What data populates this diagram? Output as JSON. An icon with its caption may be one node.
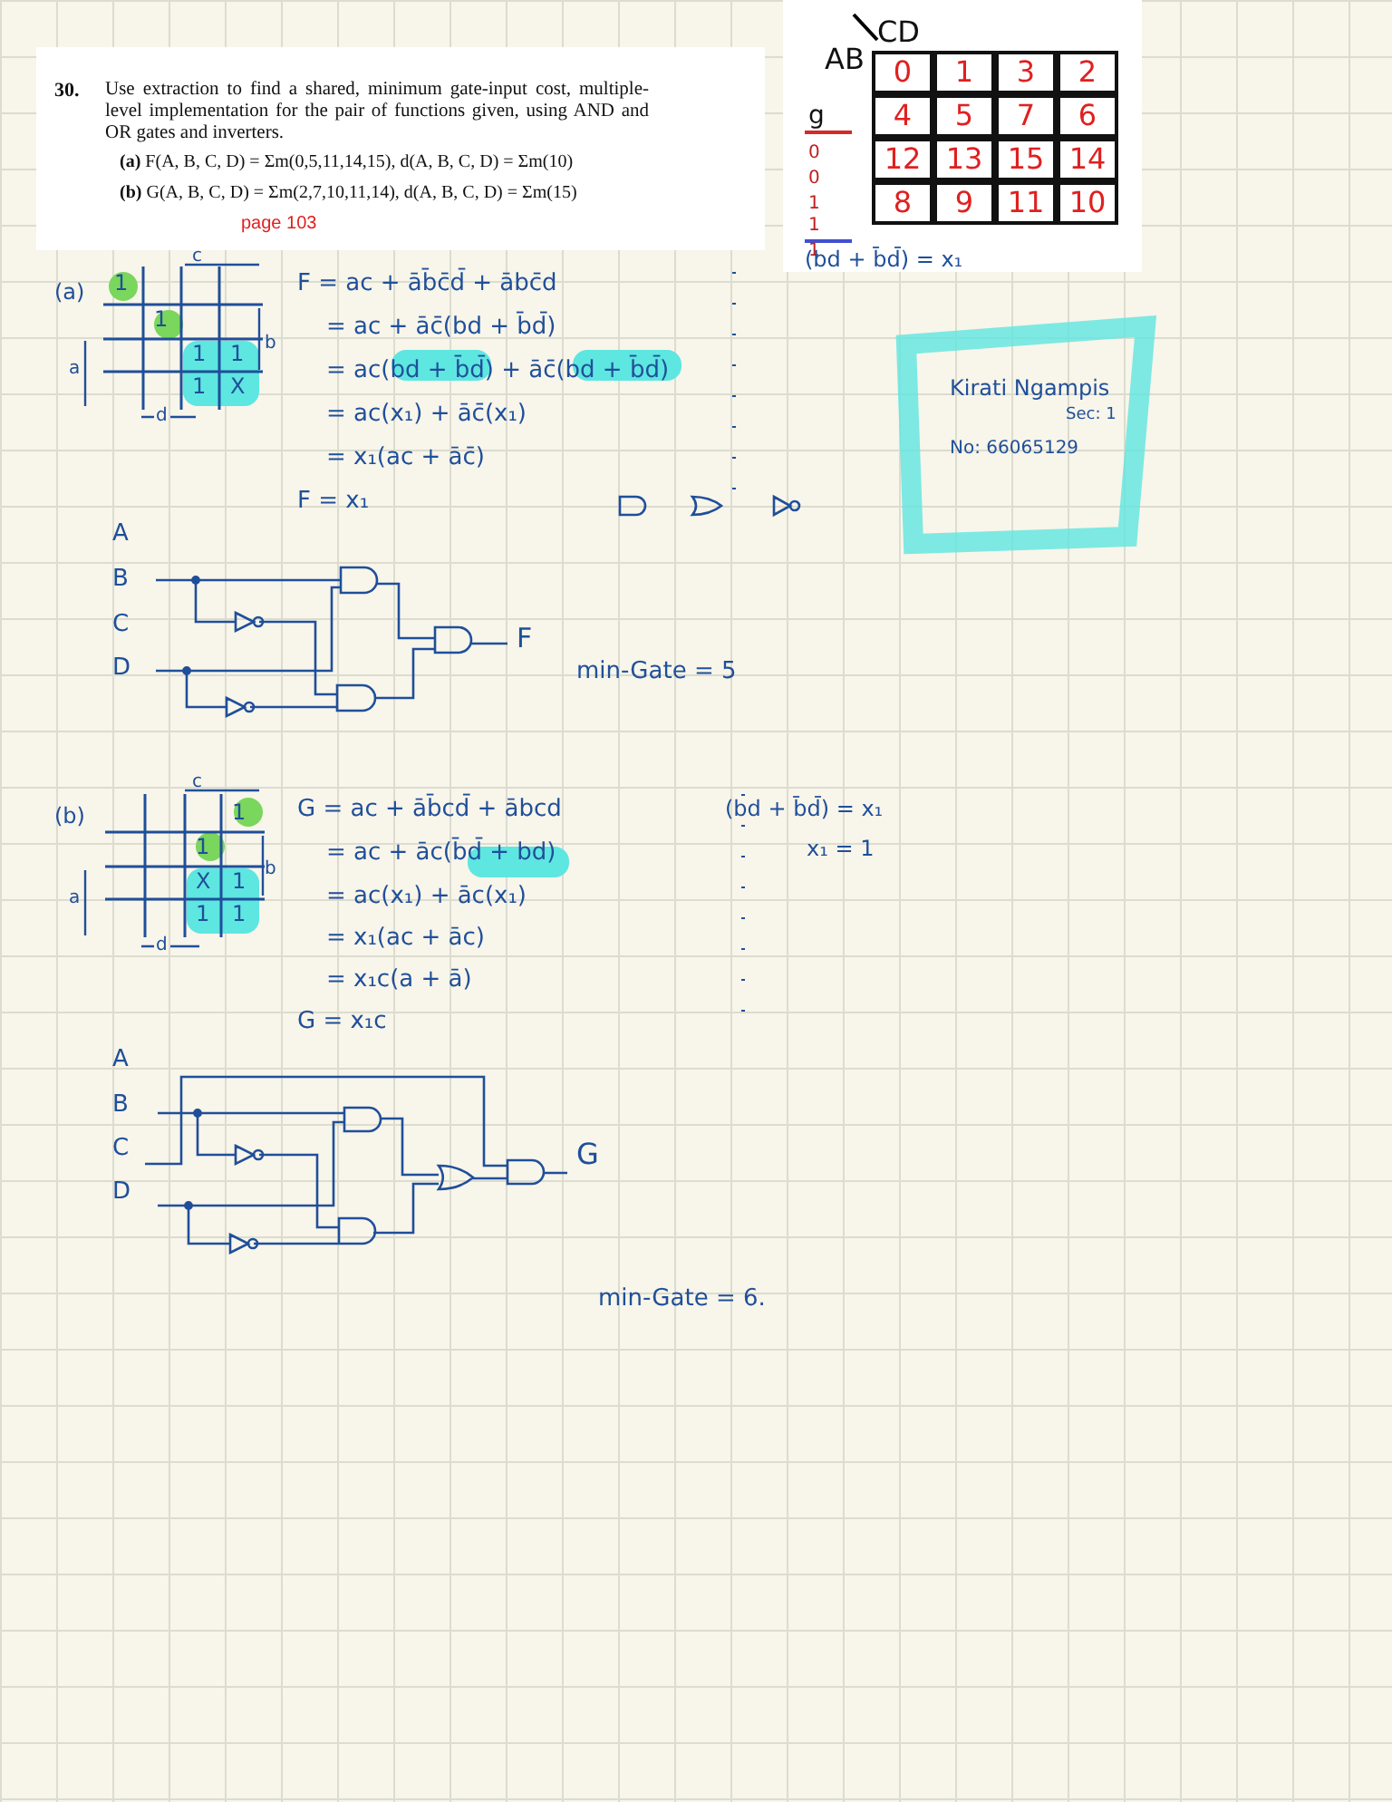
{
  "diagram": {
    "labels": [
      "30.",
      "Use extraction to find a shared, minimum gate-input cost, multiple-level implementation for the pair of functions given, using AND and OR gates and inverters.",
      "**(a)** F(A, B, C, D) = Σm(0,5,11,14,15), d(A, B, C, D) = Σm(10)",
      "**(b)** G(A, B, C, D) = Σm(2,7,10,11,14), d(A, B, C, D) = Σm(15)",
      "page 103",
      "AB",
      "CD",
      "0",
      "1",
      "3",
      "2",
      "4",
      "5",
      "7",
      "6",
      "12",
      "13",
      "15",
      "14",
      "8",
      "9",
      "11",
      "10",
      "g",
      "0",
      "0",
      "1",
      "1",
      "1",
      "(bd + b̄d̄) = x₁",
      "(a)",
      "c",
      "b",
      "a",
      "d",
      "1",
      "1",
      "1",
      "1",
      "1",
      "X",
      "F = ac + āb̄c̄d̄ + ābc̄d",
      "= ac + āc̄(bd + b̄d̄)",
      "= ac(bd + b̄d̄) + āc̄(bd + b̄d̄)",
      "= ac(x₁) + āc̄(x₁)",
      "= x₁(ac + āc̄)",
      "F = x₁",
      "A",
      "B",
      "C",
      "D",
      "F",
      "min-Gate = 5",
      "Kirati Ngampis",
      "Sec: 1",
      "No: 66065129",
      "(b)",
      "c",
      "b",
      "a",
      "d",
      "1",
      "1",
      "X",
      "1",
      "1",
      "1",
      "G = ac + āb̄cd̄ + ābcd",
      "= ac + āc(b̄d̄ + bd)",
      "= ac(x₁) + āc(x₁)",
      "= x₁(ac + āc)",
      "= x₁c(a + ā)",
      "G = x₁c",
      "(bd + b̄d̄) = x₁",
      "x₁ = 1",
      "A",
      "B",
      "C",
      "D",
      "G",
      "min-Gate = 6."
    ]
  }
}
